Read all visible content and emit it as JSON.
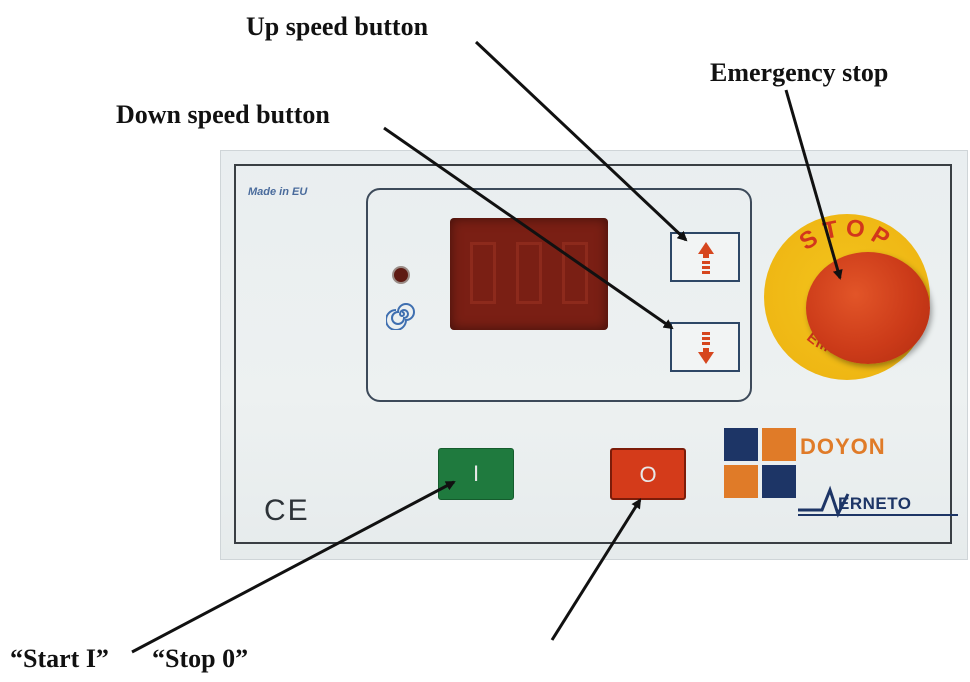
{
  "callouts": {
    "up_speed": "Up speed button",
    "down_speed": "Down speed button",
    "emergency_stop": "Emergency stop",
    "start": "“Start I”",
    "stop": "“Stop 0”"
  },
  "panel": {
    "made_in": "Made in EU",
    "ce_mark": "CE",
    "start_button_label": "I",
    "stop_button_label": "O",
    "emergency_ring_top": "STOP",
    "emergency_ring_bottom": "Emergency",
    "brand_top": "DOYON",
    "brand_bottom": "ERNETO",
    "up_icon": "arrow-up-icon",
    "down_icon": "arrow-down-icon",
    "spiral_icon": "spiral-icon"
  },
  "colors": {
    "start_green": "#1f7a3e",
    "stop_red": "#d43b1a",
    "estop_yellow": "#efb714",
    "estop_red": "#cc3b19",
    "display_red": "#7a1f14",
    "brand_orange": "#e07b28",
    "brand_navy": "#1d3566"
  }
}
